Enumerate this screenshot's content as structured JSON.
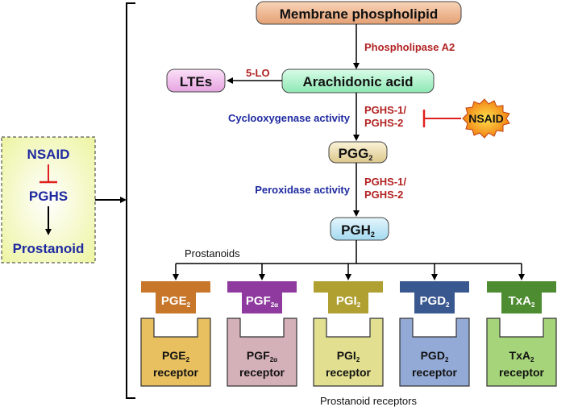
{
  "summary_box": {
    "inhibitor": "NSAID",
    "enzyme": "PGHS",
    "product": "Prostanoid"
  },
  "pathway": {
    "membrane": "Membrane phospholipid",
    "phospholipase": "Phospholipase A2",
    "arachidonic": "Arachidonic acid",
    "lo_enzyme": "5-LO",
    "ltes": "LTEs",
    "cox_activity": "Cyclooxygenase activity",
    "pghs_a_line1": "PGHS-1/",
    "pghs_a_line2": "PGHS-2",
    "nsaid": "NSAID",
    "pgg_base": "PGG",
    "pgg_sub": "2",
    "perox_activity": "Peroxidase activity",
    "pghs_b_line1": "PGHS-1/",
    "pghs_b_line2": "PGHS-2",
    "pgh_base": "PGH",
    "pgh_sub": "2",
    "prostanoids_label": "Prostanoids",
    "receptors_label": "Prostanoid receptors"
  },
  "prostanoids": [
    {
      "base": "PGE",
      "sub": "2",
      "receptor_word": "receptor",
      "ligand_color": "#c8772a",
      "receptor_color": "#e8c060"
    },
    {
      "base": "PGF",
      "sub": "2α",
      "receptor_word": "receptor",
      "ligand_color": "#8e3a9e",
      "receptor_color": "#d4b0b8"
    },
    {
      "base": "PGI",
      "sub": "2",
      "receptor_word": "receptor",
      "ligand_color": "#b0a032",
      "receptor_color": "#e2e090"
    },
    {
      "base": "PGD",
      "sub": "2",
      "receptor_word": "receptor",
      "ligand_color": "#3a5890",
      "receptor_color": "#94aad6"
    },
    {
      "base": "TxA",
      "sub": "2",
      "receptor_word": "receptor",
      "ligand_color": "#4e8c32",
      "receptor_color": "#a6d47a"
    }
  ],
  "colors": {
    "enzyme_red": "#b22222",
    "activity_blue": "#1f2aa0",
    "inhibit_red": "#e02020"
  }
}
